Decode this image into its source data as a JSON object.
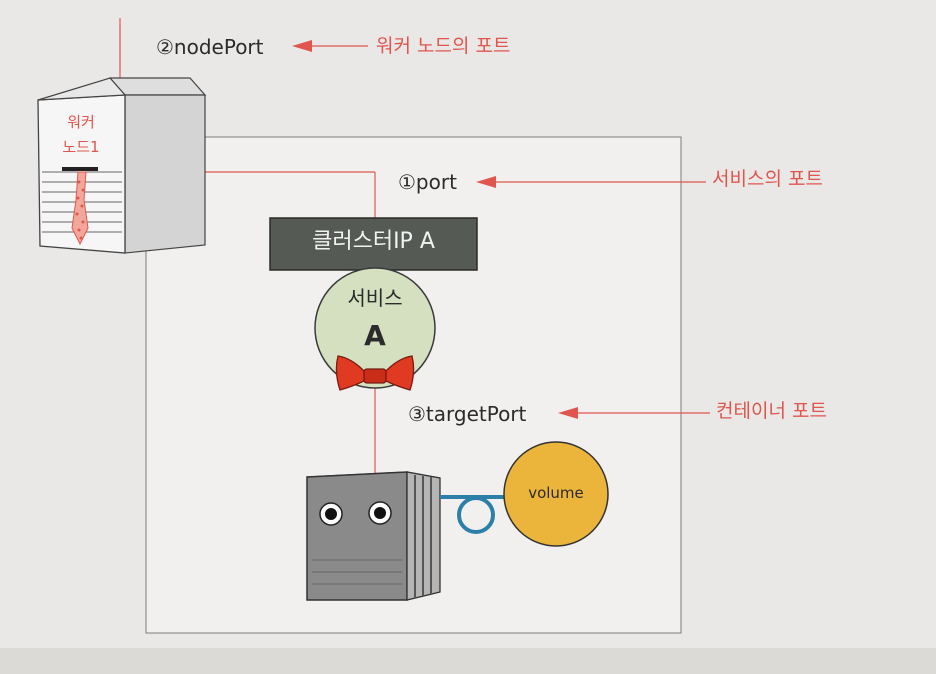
{
  "labels": {
    "node_port": "②nodePort",
    "node_port_desc": "워커 노드의 포트",
    "port": "①port",
    "port_desc": "서비스의 포트",
    "target_port": "③targetPort",
    "target_port_desc": "컨테이너 포트",
    "cluster_ip": "클러스터IP A",
    "service_line1": "서비스",
    "service_line2": "A",
    "worker_node_line1": "워커",
    "worker_node_line2": "노드1",
    "volume": "volume"
  },
  "icons": {
    "server": "server-tower-icon",
    "bow": "bow-tie-icon",
    "container": "container-box-icon",
    "volume": "volume-disk-icon",
    "arrow": "arrow-left-icon"
  },
  "colors": {
    "annotation": "#e0564f",
    "cluster_ip_bar": "#555a55",
    "service_circle": "#d5e0c0",
    "bow": "#e03a22",
    "volume": "#ebb43a",
    "volume_link": "#2b7fa8",
    "container": "#8a8a8a"
  }
}
